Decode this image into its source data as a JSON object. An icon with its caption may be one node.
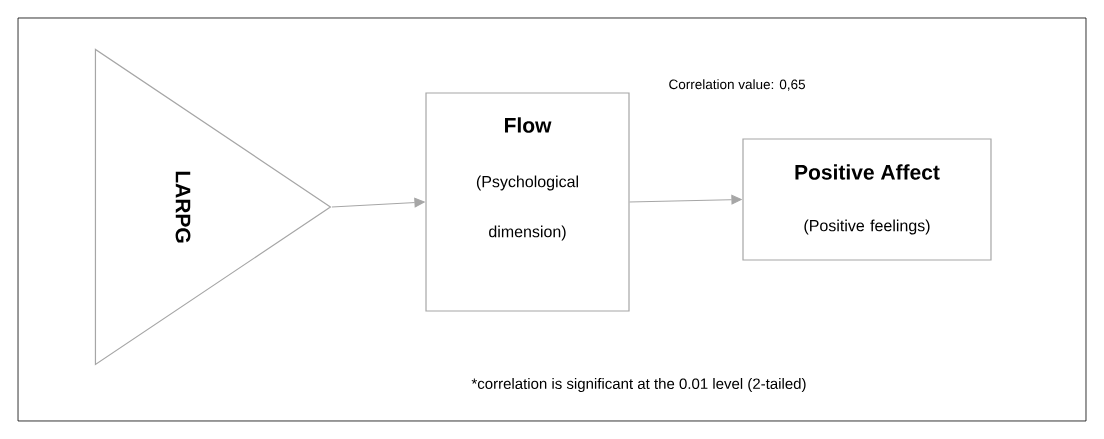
{
  "diagram": {
    "nodes": [
      {
        "text": [
          "LARPG"
        ]
      },
      {
        "text": [
          "Flow",
          "(Psychological dimension)"
        ]
      },
      {
        "text": [
          "Positive Affect",
          "(Positive feelings)"
        ]
      }
    ],
    "edges": [
      {
        "from": 0,
        "to": 1,
        "arrow": "to"
      },
      {
        "from": 1,
        "to": 2,
        "arrow": "to"
      }
    ],
    "labels": [
      "Correlation value: 0,65",
      "*correlation is significant at the 0.01 level (2-tailed)"
    ]
  }
}
